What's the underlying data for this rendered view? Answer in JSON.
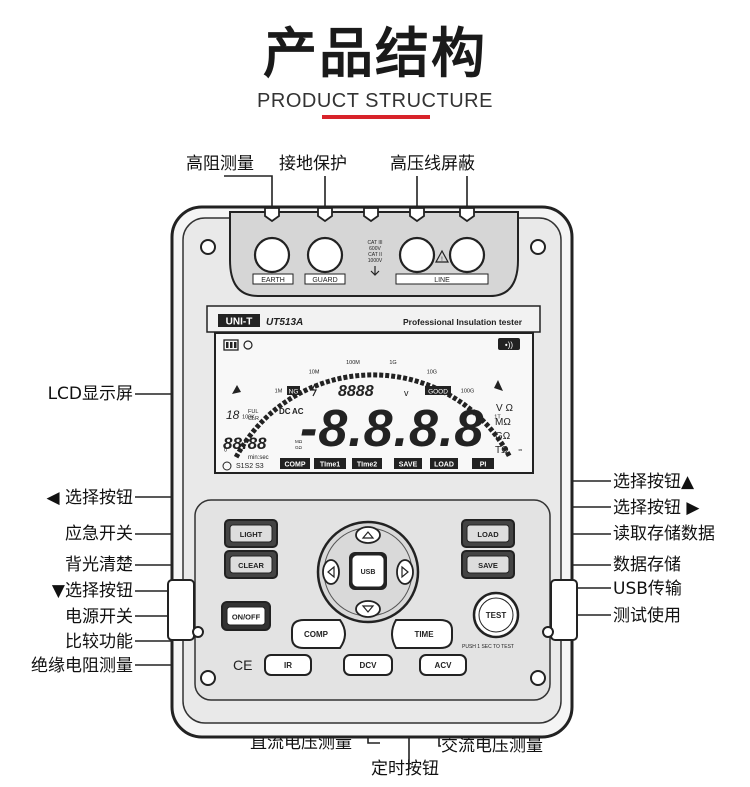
{
  "header": {
    "title": "产品结构",
    "subtitle": "PRODUCT STRUCTURE",
    "accent_color": "#d8232a"
  },
  "callouts": {
    "top": [
      "高阻测量",
      "接地保护",
      "高压线屏蔽"
    ],
    "left": [
      "LCD显示屏",
      "◀ 选择按钮",
      "应急开关",
      "背光清楚",
      "▼选择按钮",
      "电源开关",
      "比较功能",
      "绝缘电阻测量"
    ],
    "right": [
      "选择按钮▲",
      "选择按钮 ▶",
      "读取存储数据",
      "数据存储",
      "USB传输",
      "测试使用"
    ],
    "bottom": [
      "直流电压测量",
      "交流电压测量",
      "定时按钮"
    ]
  },
  "device": {
    "terminals": [
      "EARTH",
      "GUARD",
      "LINE"
    ],
    "cat_rating": [
      "CAT III",
      "600V",
      "CAT II",
      "1000V"
    ],
    "brand": "UNI-T",
    "model": "UT513A",
    "tagline": "Professional Insulation tester",
    "lcd": {
      "scale": [
        "0",
        "100K",
        "1M",
        "10M",
        "100M",
        "1G",
        "10G",
        "100G",
        "1T",
        "∞"
      ],
      "ng": "NG",
      "good": "GOOD",
      "small_digits": "8888",
      "volt_unit": "v",
      "main_digits": "-8.8.8.8",
      "dc_ac": [
        "DC",
        "AC"
      ],
      "memory_count": "18",
      "full_clr": [
        "FUL",
        "CLR"
      ],
      "timer_digits": "88:88",
      "timer_unit": "min:sec",
      "mo_go": [
        "MΩ",
        "GΩ"
      ],
      "units": [
        "V Ω",
        "MΩ",
        "GΩ",
        "TΩ"
      ],
      "s_labels": "S1S2 S3",
      "modes": [
        "COMP",
        "TIme1",
        "TIme2",
        "SAVE",
        "LOAD",
        "PI"
      ]
    },
    "buttons": {
      "light": "LIGHT",
      "clear": "CLEAR",
      "load": "LOAD",
      "save": "SAVE",
      "usb": "USB",
      "on_off": "ON/OFF",
      "comp": "COMP",
      "time": "TIME",
      "test": "TEST",
      "ir": "IR",
      "dcv": "DCV",
      "acv": "ACV",
      "push_note": "PUSH 1 SEC TO TEST"
    },
    "ce_mark": "CE"
  }
}
